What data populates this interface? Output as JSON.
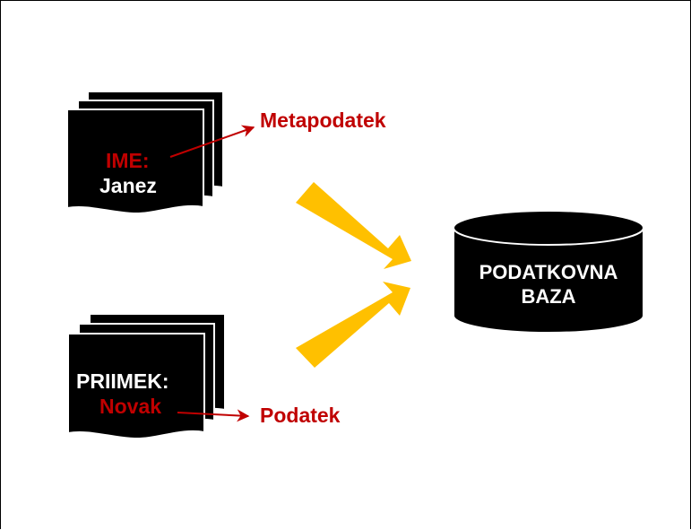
{
  "document1": {
    "field_label": "IME:",
    "field_value": "Janez"
  },
  "document2": {
    "field_label": "PRIIMEK:",
    "field_value": "Novak"
  },
  "annotations": {
    "metadata_label": "Metapodatek",
    "data_label": "Podatek"
  },
  "database": {
    "line1": "PODATKOVNA",
    "line2": "BAZA"
  },
  "colors": {
    "document_fill": "#000000",
    "label_red": "#c00000",
    "arrow_yellow": "#ffc000"
  }
}
